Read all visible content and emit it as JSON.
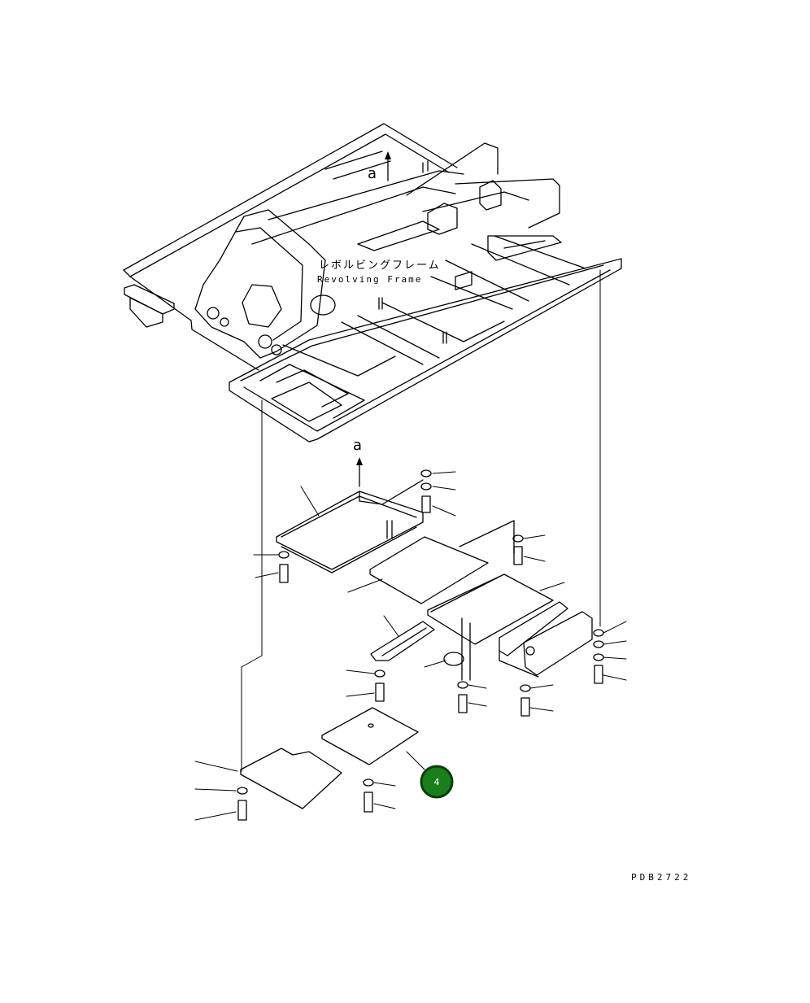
{
  "frame_label_jp": "レボルビングフレーム",
  "frame_label_en": "Revolving Frame",
  "arrow_label_top": "a",
  "arrow_label_bottom": "a",
  "drawing_code": "PDB2722",
  "highlighted_callout": "4",
  "colors": {
    "callout_fill": "#1a7f1a",
    "callout_border": "#0a3d0a",
    "line": "#000000"
  }
}
